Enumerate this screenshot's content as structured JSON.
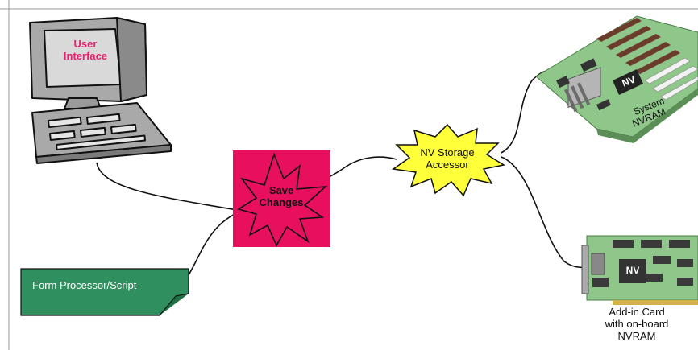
{
  "user_interface": {
    "line1": "User",
    "line2": "Interface"
  },
  "save_changes": {
    "line1": "Save",
    "line2": "Changes"
  },
  "nv_storage": {
    "line1": "NV Storage",
    "line2": "Accessor"
  },
  "form_processor": {
    "label": "Form Processor/Script"
  },
  "system_nvram": {
    "line1": "System",
    "line2": "NVRAM",
    "chip": "NV"
  },
  "addin_card": {
    "line1": "Add-in Card",
    "line2": "with on-board",
    "line3": "NVRAM",
    "chip": "NV"
  },
  "colors": {
    "save_box": "#e8105e",
    "burst": "#ffff3a",
    "form_doc": "#2f8f5f",
    "board_green": "#8fc68a",
    "ui_text": "#e8206e"
  }
}
